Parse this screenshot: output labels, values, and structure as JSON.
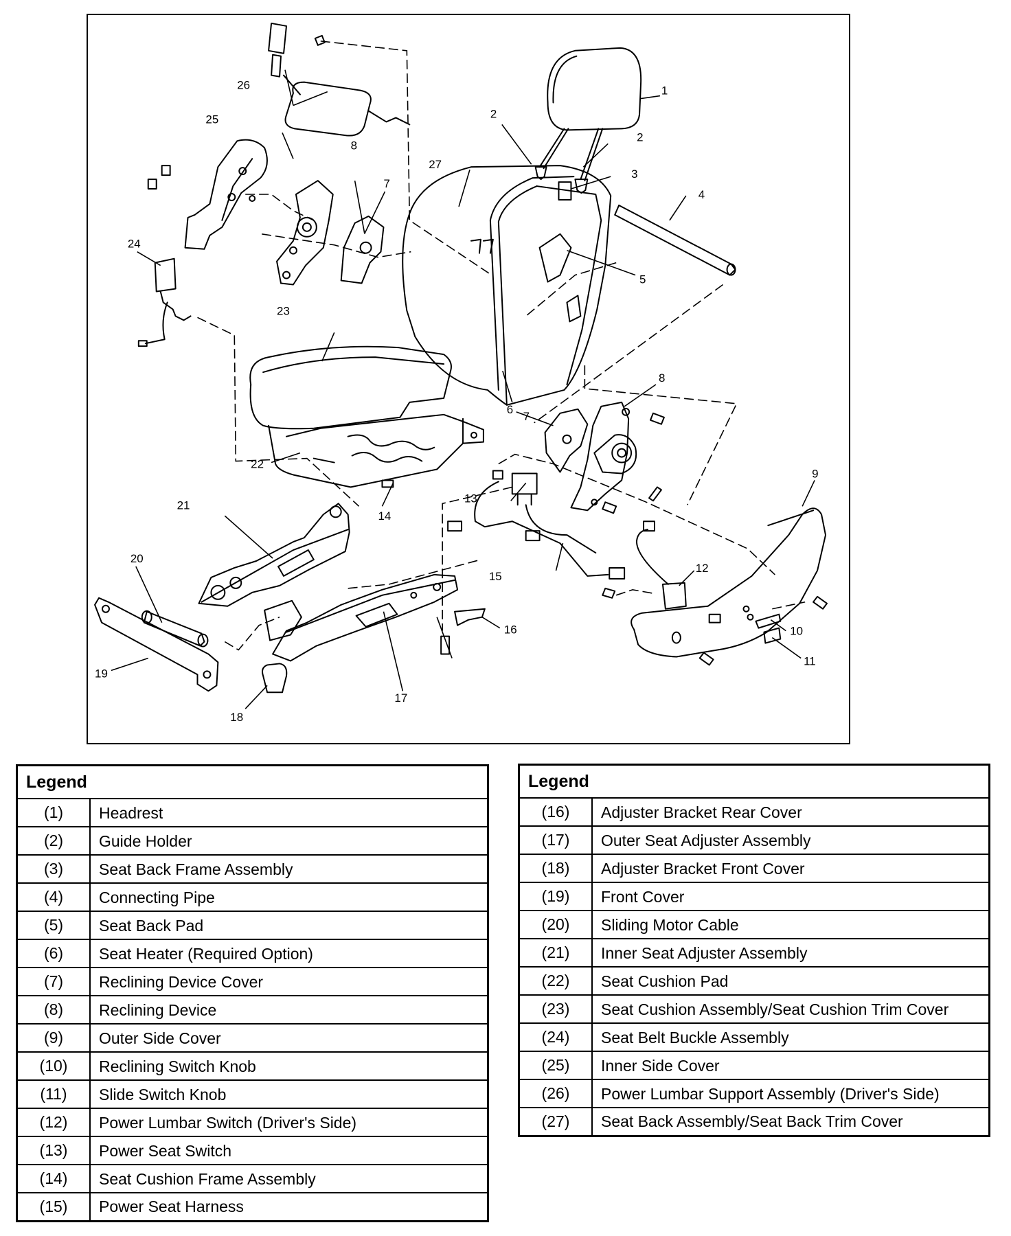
{
  "diagram": {
    "callouts": [
      "1",
      "2",
      "2",
      "3",
      "4",
      "5",
      "6",
      "7",
      "7",
      "8",
      "8",
      "9",
      "10",
      "11",
      "12",
      "13",
      "14",
      "15",
      "16",
      "17",
      "18",
      "19",
      "20",
      "21",
      "22",
      "23",
      "24",
      "25",
      "26",
      "27"
    ]
  },
  "legend_left": {
    "title": "Legend",
    "rows": [
      {
        "num": "(1)",
        "desc": "Headrest"
      },
      {
        "num": "(2)",
        "desc": "Guide Holder"
      },
      {
        "num": "(3)",
        "desc": "Seat Back Frame Assembly"
      },
      {
        "num": "(4)",
        "desc": "Connecting Pipe"
      },
      {
        "num": "(5)",
        "desc": "Seat Back Pad"
      },
      {
        "num": "(6)",
        "desc": "Seat Heater (Required Option)"
      },
      {
        "num": "(7)",
        "desc": "Reclining Device Cover"
      },
      {
        "num": "(8)",
        "desc": "Reclining Device"
      },
      {
        "num": "(9)",
        "desc": "Outer Side Cover"
      },
      {
        "num": "(10)",
        "desc": "Reclining Switch Knob"
      },
      {
        "num": "(11)",
        "desc": "Slide Switch Knob"
      },
      {
        "num": "(12)",
        "desc": "Power Lumbar Switch (Driver's Side)"
      },
      {
        "num": "(13)",
        "desc": "Power Seat Switch"
      },
      {
        "num": "(14)",
        "desc": "Seat Cushion Frame Assembly"
      },
      {
        "num": "(15)",
        "desc": "Power Seat Harness"
      }
    ]
  },
  "legend_right": {
    "title": "Legend",
    "rows": [
      {
        "num": "(16)",
        "desc": "Adjuster Bracket Rear Cover"
      },
      {
        "num": "(17)",
        "desc": "Outer Seat Adjuster Assembly"
      },
      {
        "num": "(18)",
        "desc": "Adjuster Bracket Front Cover"
      },
      {
        "num": "(19)",
        "desc": "Front Cover"
      },
      {
        "num": "(20)",
        "desc": "Sliding Motor Cable"
      },
      {
        "num": "(21)",
        "desc": "Inner Seat Adjuster Assembly"
      },
      {
        "num": "(22)",
        "desc": "Seat Cushion Pad"
      },
      {
        "num": "(23)",
        "desc": "Seat Cushion Assembly/Seat Cushion Trim Cover"
      },
      {
        "num": "(24)",
        "desc": "Seat Belt Buckle Assembly"
      },
      {
        "num": "(25)",
        "desc": "Inner Side Cover"
      },
      {
        "num": "(26)",
        "desc": "Power Lumbar Support Assembly (Driver's Side)"
      },
      {
        "num": "(27)",
        "desc": "Seat Back Assembly/Seat Back Trim Cover"
      }
    ]
  }
}
